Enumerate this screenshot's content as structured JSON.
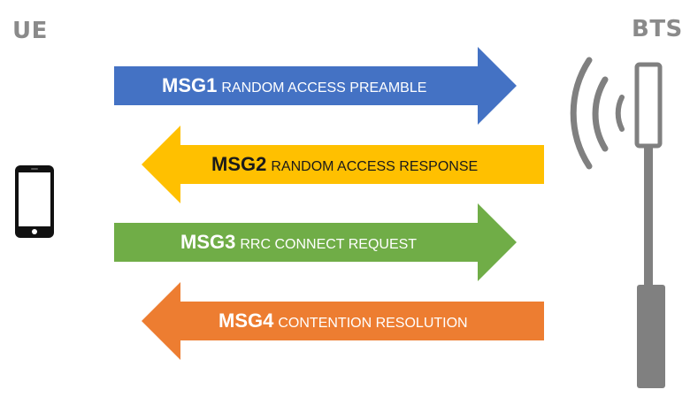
{
  "endpoints": {
    "ue_label": "UE",
    "bts_label": "BTS"
  },
  "messages": [
    {
      "id": "MSG1",
      "name": "RANDOM ACCESS PREAMBLE",
      "direction": "right",
      "color": "#4472c4"
    },
    {
      "id": "MSG2",
      "name": "RANDOM ACCESS RESPONSE",
      "direction": "left",
      "color": "#ffc000"
    },
    {
      "id": "MSG3",
      "name": "RRC CONNECT REQUEST",
      "direction": "right",
      "color": "#70ad47"
    },
    {
      "id": "MSG4",
      "name": "CONTENTION RESOLUTION",
      "direction": "left",
      "color": "#ed7d31"
    }
  ],
  "icons": {
    "ue": "smartphone-icon",
    "bts": "cell-tower-icon"
  },
  "colors": {
    "label_gray": "#8a8a8a",
    "tower_gray": "#808080"
  }
}
